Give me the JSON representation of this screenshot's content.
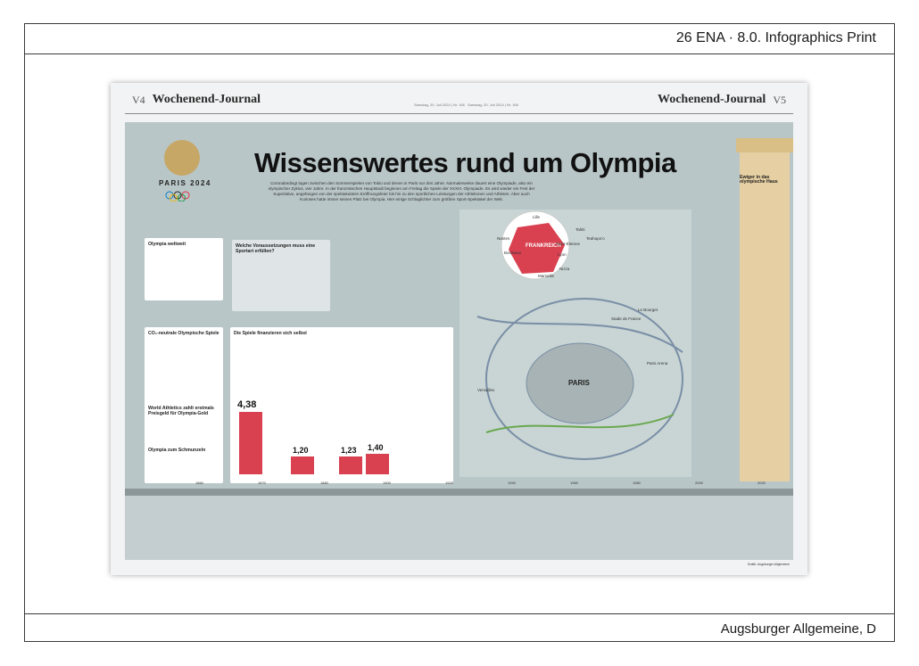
{
  "award": "26 ENA · 8.0. Infographics Print",
  "publisher": "Augsburger Allgemeine, D",
  "spread": {
    "left_page": "V4",
    "right_page": "V5",
    "paper_name": "Wochenend-Journal",
    "date_left": "Samstag, 20. Juli 2024 | Nr. 166",
    "date_right": "Samstag, 20. Juli 2024 | Nr. 166",
    "title": "Wissenswertes rund um Olympia",
    "intro": "Coronabedingt lagen zwischen den Sommerspielen von Tokio und denen in Paris nur drei Jahre. Normalerweise dauert eine Olympiade, also ein olympischer Zyklus, vier Jahre. In der französischen Hauptstadt beginnen am Freitag die Spiele der XXXIII. Olympiade. Es wird wieder ein Fest der Superlative, angefangen von der spektakulären Eröffnungsfeier bis hin zu den sportlichen Leistungen der Athletinnen und Athleten. Aber auch Kurioses hatte immer seinen Platz bei Olympia. Hier einige Schlaglichter zum größten Sport-Spektakel der Welt.",
    "logo_text": "PARIS 2024",
    "sections": {
      "worldwide": "Olympia weltweit",
      "prereq": "Welche Voraussetzungen muss eine Sportart erfüllen?",
      "co2": "CO₂-neutrale Olympische Spiele",
      "finance": "Die Spiele finanzieren sich selbst",
      "athletics": "World Athletics zahlt erstmals Preisgeld für Olympia-Gold",
      "olympia_museum": "Olympia zum Schmunzeln",
      "ring": "Ewiger in das olympische Haus",
      "paris_label": "PARIS",
      "france_label": "FRANKREICH"
    },
    "map_labels": [
      "Lille",
      "Tahiti",
      "Teahupo'o",
      "Marseille",
      "Bordeaux",
      "Nizza",
      "Lyon",
      "Nantes",
      "Saint-Étienne",
      "Le Bourget",
      "Stade de France",
      "Paris Arena",
      "Versailles"
    ],
    "bar_labels": [
      "4,38",
      "1,20",
      "1,23",
      "1,40"
    ],
    "timeline_years": [
      "1860",
      "1870",
      "1880",
      "1900",
      "1920",
      "1940",
      "1960",
      "1980",
      "2000",
      "2020"
    ],
    "credit": "Grafik: Augsburger Allgemeine"
  }
}
